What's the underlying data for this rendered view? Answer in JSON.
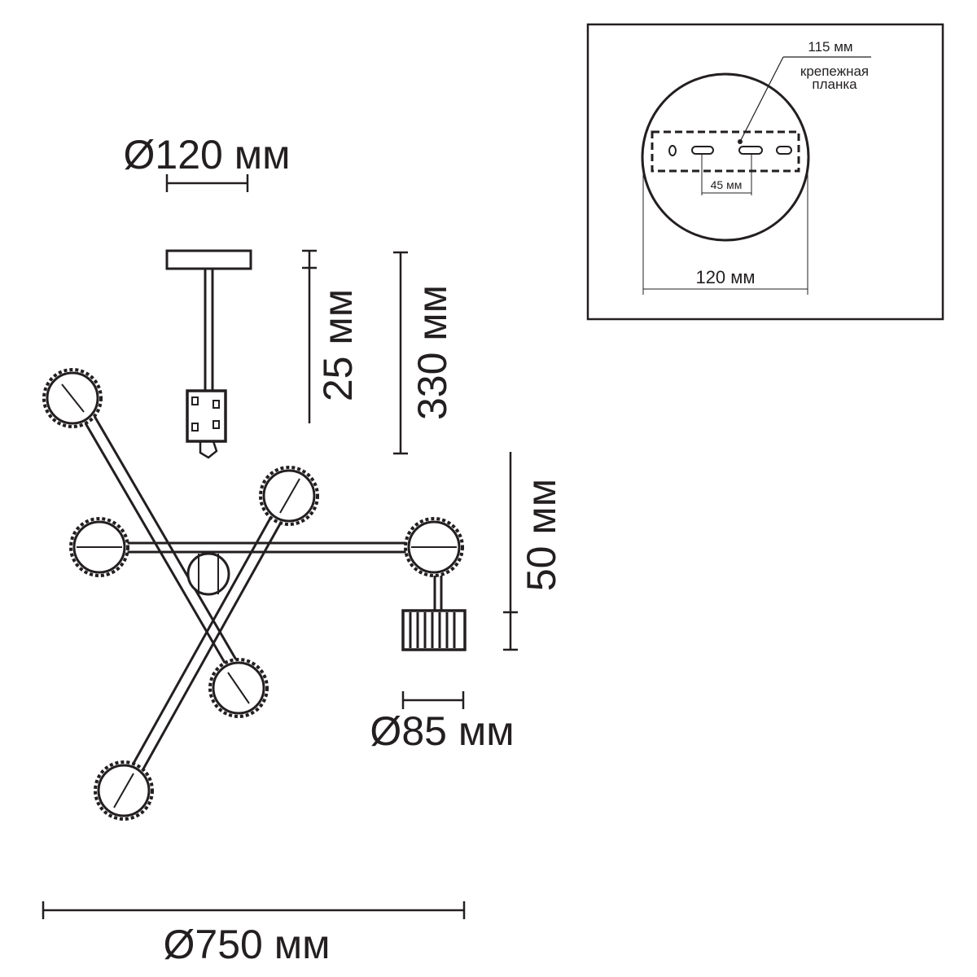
{
  "inset": {
    "dim_bracket_length": "115 мм",
    "bracket_label_line1": "крепежная",
    "bracket_label_line2": "планка",
    "dim_hole_spacing": "45 мм",
    "dim_base_diameter": "120 мм"
  },
  "dimensions": {
    "canopy_diameter": "Ø120 мм",
    "canopy_height": "25 мм",
    "total_height": "330 мм",
    "shade_height": "50 мм",
    "shade_diameter": "Ø85 мм",
    "overall_diameter": "Ø750 мм"
  },
  "colors": {
    "line": "#231f20",
    "background": "#ffffff"
  }
}
